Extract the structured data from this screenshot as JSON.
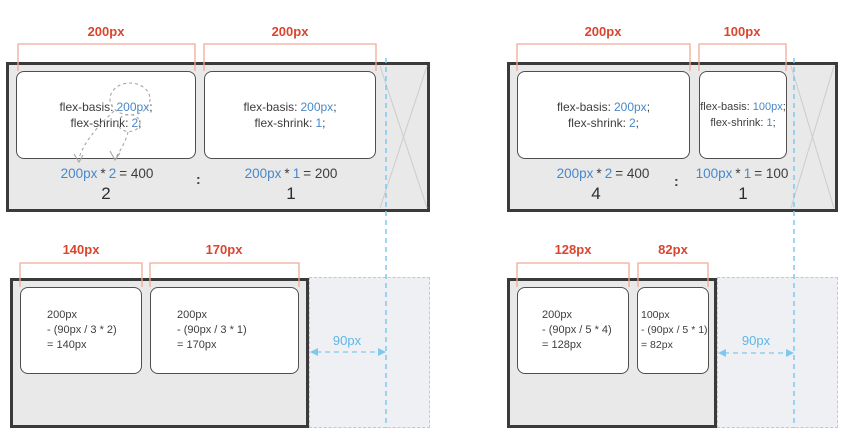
{
  "colors": {
    "red": "#d9452e",
    "salmon": "#f1ab99",
    "blue": "#4a87c8",
    "sky": "#7ec8ef",
    "skytext": "#5eb6e9",
    "dark": "#3d3d3d",
    "panelfill": "#e9e9e9",
    "panelborder": "#3a3a3a",
    "boxborder": "#4f4f4f",
    "dashfill": "#eef0f3",
    "dashborder": "#c8c8c8",
    "xline": "#cccccc",
    "anno": "#a5a5a5"
  },
  "panels": {
    "top_left": {
      "measurements": [
        "200px",
        "200px"
      ],
      "boxes": [
        {
          "line1": {
            "prop": "flex-basis:",
            "value": "200px",
            "semi": ";"
          },
          "line2": {
            "prop": "flex-shrink:",
            "value": "2",
            "semi": ";"
          }
        },
        {
          "line1": {
            "prop": "flex-basis:",
            "value": "200px",
            "semi": ";"
          },
          "line2": {
            "prop": "flex-shrink:",
            "value": "1",
            "semi": ";"
          }
        }
      ],
      "formulas": [
        {
          "v1": "200px",
          "op": "*",
          "v2": "2",
          "res": "= 400",
          "ratio": "2"
        },
        {
          "v1": "200px",
          "op": "*",
          "v2": "1",
          "res": "= 200",
          "ratio": "1"
        }
      ],
      "separator": ":"
    },
    "top_right": {
      "measurements": [
        "200px",
        "100px"
      ],
      "boxes": [
        {
          "line1": {
            "prop": "flex-basis:",
            "value": "200px",
            "semi": ";"
          },
          "line2": {
            "prop": "flex-shrink:",
            "value": "2",
            "semi": ";"
          }
        },
        {
          "line1": {
            "prop": "flex-basis:",
            "value": "100px",
            "semi": ";"
          },
          "line2": {
            "prop": "flex-shrink:",
            "value": "1",
            "semi": ";"
          }
        }
      ],
      "formulas": [
        {
          "v1": "200px",
          "op": "*",
          "v2": "2",
          "res": "= 400",
          "ratio": "4"
        },
        {
          "v1": "100px",
          "op": "*",
          "v2": "1",
          "res": "= 100",
          "ratio": "1"
        }
      ],
      "separator": ":"
    },
    "bottom_left": {
      "measurements": [
        "140px",
        "170px"
      ],
      "boxes": [
        {
          "lines": [
            "200px",
            "- (90px / 3 * 2)",
            "= 140px"
          ]
        },
        {
          "lines": [
            "200px",
            "- (90px / 3 * 1)",
            "= 170px"
          ]
        }
      ],
      "overflow": "90px"
    },
    "bottom_right": {
      "measurements": [
        "128px",
        "82px"
      ],
      "boxes": [
        {
          "lines": [
            "200px",
            "- (90px / 5 * 4)",
            "= 128px"
          ]
        },
        {
          "lines": [
            "100px",
            "- (90px / 5 * 1)",
            "= 82px"
          ]
        }
      ],
      "overflow": "90px"
    }
  }
}
